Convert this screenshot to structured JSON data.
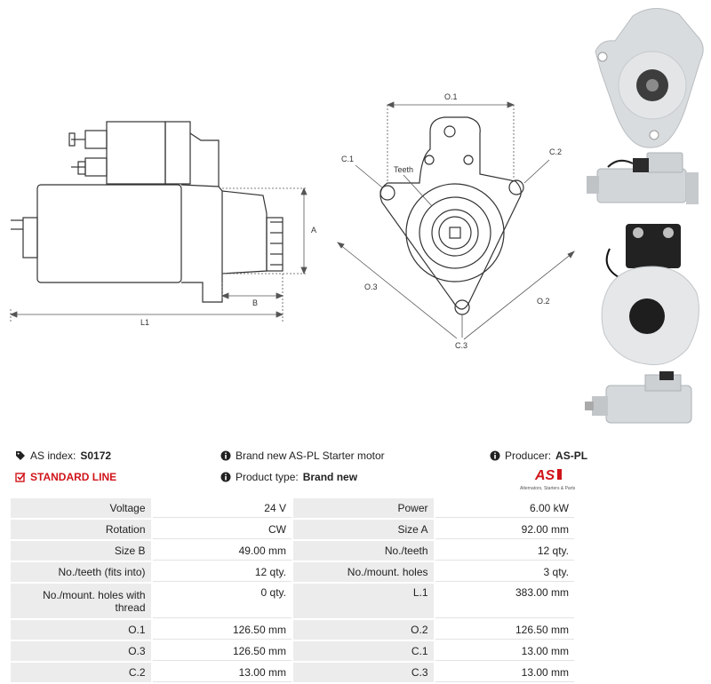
{
  "diagram": {
    "side": {
      "dim_a": "A",
      "dim_b": "B",
      "dim_l1": "L1"
    },
    "front": {
      "o1": "O.1",
      "o2": "O.2",
      "o3": "O.3",
      "c1": "C.1",
      "c2": "C.2",
      "c3": "C.3",
      "teeth": "Teeth"
    }
  },
  "photos": [
    "front-view-photo",
    "side-view-photo",
    "rear-view-photo",
    "bottom-view-photo"
  ],
  "info": {
    "as_index_label": "AS index:",
    "as_index_value": "S0172",
    "standard_line": "STANDARD LINE",
    "description": "Brand new AS-PL Starter motor",
    "product_type_label": "Product type:",
    "product_type_value": "Brand new",
    "producer_label": "Producer:",
    "producer_value": "AS-PL",
    "logo_text": "AS",
    "logo_tagline": "Alternators, Starters & Parts"
  },
  "specs": [
    [
      "Voltage",
      "24 V",
      "Power",
      "6.00 kW"
    ],
    [
      "Rotation",
      "CW",
      "Size A",
      "92.00 mm"
    ],
    [
      "Size B",
      "49.00 mm",
      "No./teeth",
      "12 qty."
    ],
    [
      "No./teeth (fits into)",
      "12 qty.",
      "No./mount. holes",
      "3 qty."
    ],
    [
      "No./mount. holes with thread",
      "0 qty.",
      "L.1",
      "383.00 mm"
    ],
    [
      "O.1",
      "126.50 mm",
      "O.2",
      "126.50 mm"
    ],
    [
      "O.3",
      "126.50 mm",
      "C.1",
      "13.00 mm"
    ],
    [
      "C.2",
      "13.00 mm",
      "C.3",
      "13.00 mm"
    ]
  ],
  "colors": {
    "accent_red": "#d0141a",
    "label_bg": "#ececec"
  }
}
